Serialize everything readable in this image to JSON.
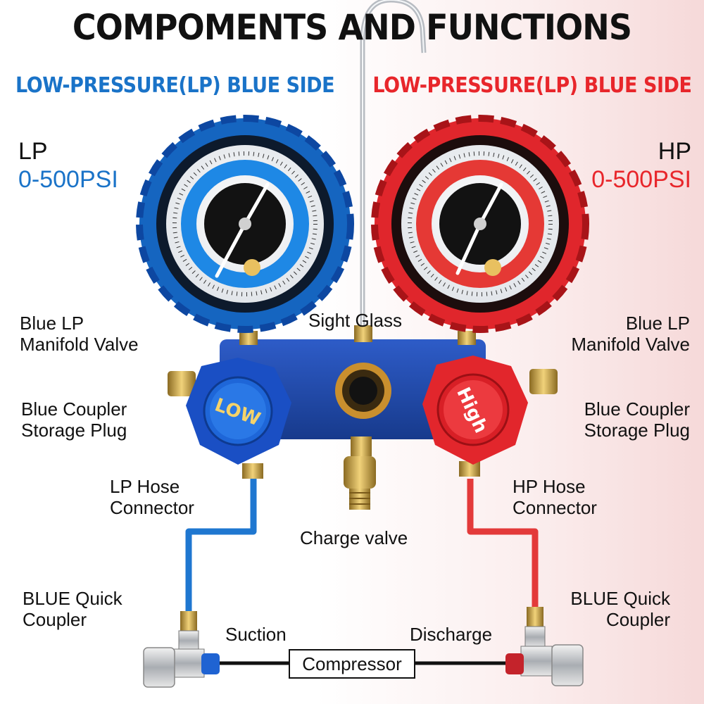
{
  "title": "COMPOMENTS AND FUNCTIONS",
  "subtitles": {
    "left": "LOW-PRESSURE(LP) BLUE SIDE",
    "right": "LOW-PRESSURE(LP) BLUE SIDE"
  },
  "gauges": {
    "left": {
      "name": "LP",
      "range": "0-500PSI",
      "knob_text": "LOW",
      "ring_color": "#1565c0"
    },
    "right": {
      "name": "HP",
      "range": "0-500PSI",
      "knob_text": "High",
      "ring_color": "#e0262c"
    }
  },
  "labels": {
    "left_valve": "Blue LP\nManifold Valve",
    "sight_glass": "Sight Glass",
    "right_valve": "Blue LP\nManifold Valve",
    "left_plug": "Blue Coupler\nStorage Plug",
    "right_plug": "Blue Coupler\nStorage Plug",
    "lp_hose": "LP Hose\nConnector",
    "hp_hose": "HP Hose\nConnector",
    "charge_valve": "Charge valve",
    "left_coupler": "BLUE Quick\nCoupler",
    "right_coupler": "BLUE Quick\nCoupler",
    "suction": "Suction",
    "discharge": "Discharge",
    "compressor": "Compressor"
  },
  "colors": {
    "blue": "#1a73c8",
    "red": "#e8262b",
    "manifold_body": "#1f46a8",
    "brass": "#c9a042"
  }
}
